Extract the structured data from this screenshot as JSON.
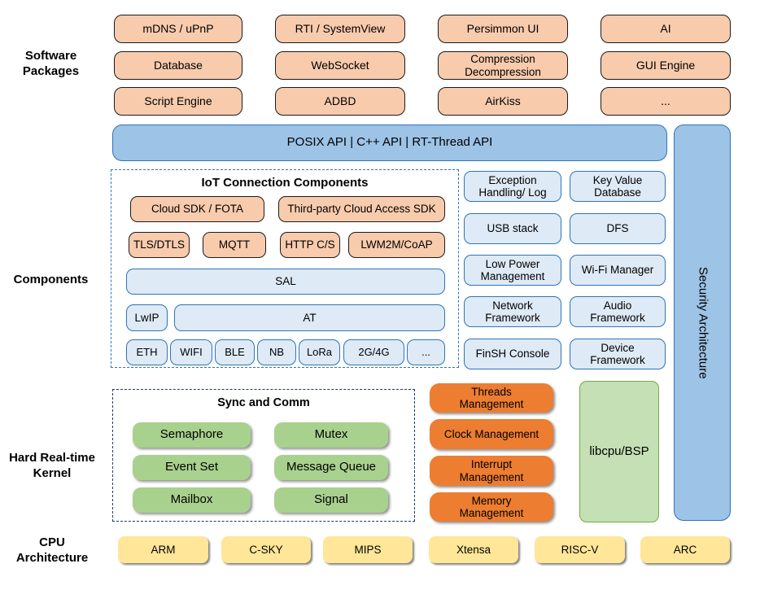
{
  "side_labels": {
    "software": "Software\nPackages",
    "components": "Components",
    "kernel": "Hard Real-time\nKernel",
    "cpu": "CPU\nArchitecture"
  },
  "software_packages": [
    "mDNS / uPnP",
    "RTI / SystemView",
    "Persimmon UI",
    "AI",
    "Database",
    "WebSocket",
    "Compression\nDecompression",
    "GUI Engine",
    "Script Engine",
    "ADBD",
    "AirKiss",
    "..."
  ],
  "api_bar": "POSIX API  |  C++ API  |  RT-Thread API",
  "security_bar": "Security Architecture",
  "iot": {
    "title": "IoT Connection Components",
    "cloud_sdk": "Cloud SDK / FOTA",
    "third_party": "Third-party Cloud Access SDK",
    "protocols": [
      "TLS/DTLS",
      "MQTT",
      "HTTP C/S",
      "LWM2M/CoAP"
    ],
    "sal": "SAL",
    "lwip": "LwIP",
    "at": "AT",
    "links": [
      "ETH",
      "WIFI",
      "BLE",
      "NB",
      "LoRa",
      "2G/4G",
      "..."
    ]
  },
  "component_boxes": [
    "Exception\nHandling/ Log",
    "Key Value\nDatabase",
    "USB stack",
    "DFS",
    "Low Power\nManagement",
    "Wi-Fi Manager",
    "Network\nFramework",
    "Audio\nFramework",
    "FinSH Console",
    "Device\nFramework"
  ],
  "kernel": {
    "sync_title": "Sync and Comm",
    "sync_items": [
      "Semaphore",
      "Mutex",
      "Event Set",
      "Message Queue",
      "Mailbox",
      "Signal"
    ],
    "management": [
      "Threads\nManagement",
      "Clock Management",
      "Interrupt\nManagement",
      "Memory\nManagement"
    ],
    "libcpu": "libcpu/BSP"
  },
  "cpu_archs": [
    "ARM",
    "C-SKY",
    "MIPS",
    "Xtensa",
    "RISC-V",
    "ARC"
  ],
  "colors": {
    "peach": "#F8CBAD",
    "api_blue": "#9DC3E6",
    "light_blue": "#DEEAF6",
    "blue_border": "#2E75B6",
    "kernel_green": "#A9D18E",
    "libcpu_green": "#C5E0B4",
    "green_border": "#70AD47",
    "management_orange": "#ED7D31",
    "cpu_yellow": "#FFE699",
    "dash_navy": "#203864"
  }
}
